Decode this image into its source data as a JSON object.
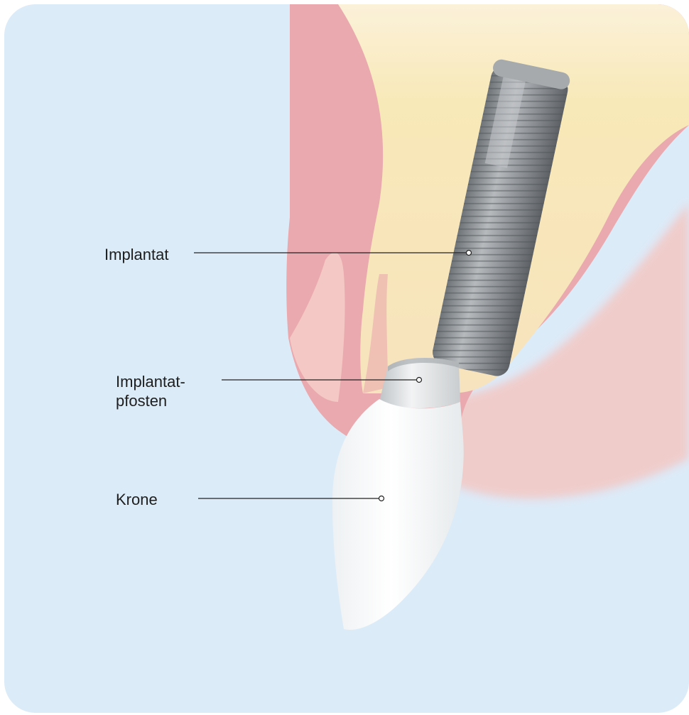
{
  "labels": {
    "implant": "Implantat",
    "abutment_line1": "Implantat-",
    "abutment_line2": "pfosten",
    "crown": "Krone"
  },
  "colors": {
    "background": "#dcebf8",
    "gum": "#e9a9ae",
    "bone": "#f8ecc9",
    "implant_metal": "#8d9296",
    "crown": "#fbfcfc",
    "leader_line": "#222222"
  }
}
